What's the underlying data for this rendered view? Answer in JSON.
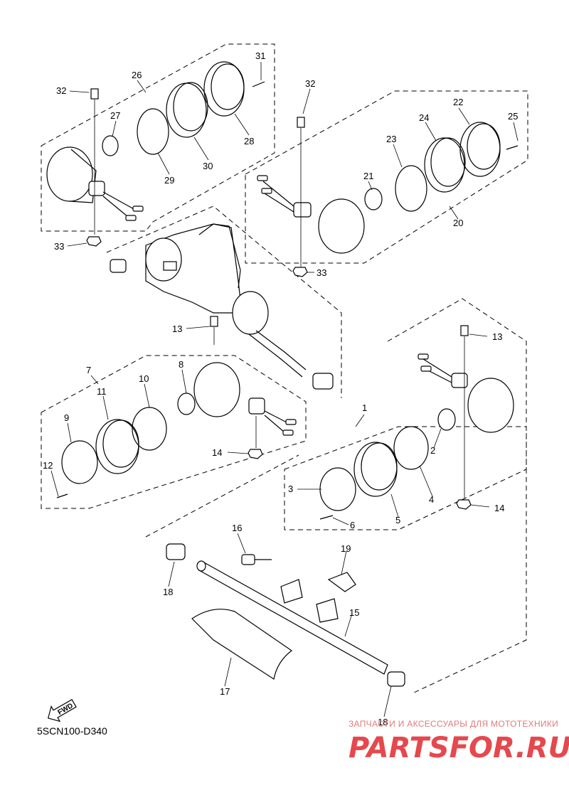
{
  "diagram": {
    "code": "5SCN100-D340",
    "fwd_label": "FWD",
    "callouts": [
      "1",
      "2",
      "3",
      "4",
      "5",
      "6",
      "7",
      "8",
      "9",
      "10",
      "11",
      "12",
      "13",
      "13",
      "14",
      "14",
      "15",
      "16",
      "17",
      "18",
      "18",
      "19",
      "20",
      "21",
      "22",
      "23",
      "24",
      "25",
      "26",
      "27",
      "28",
      "29",
      "30",
      "31",
      "32",
      "32",
      "33",
      "33"
    ]
  },
  "watermark": {
    "tagline": "ЗАПЧАСТИ И АКСЕССУАРЫ ДЛЯ МОТОТЕХНИКИ",
    "logo": "PARTSFOR.RU"
  },
  "colors": {
    "line": "#000000",
    "watermark": "#e5484d"
  }
}
